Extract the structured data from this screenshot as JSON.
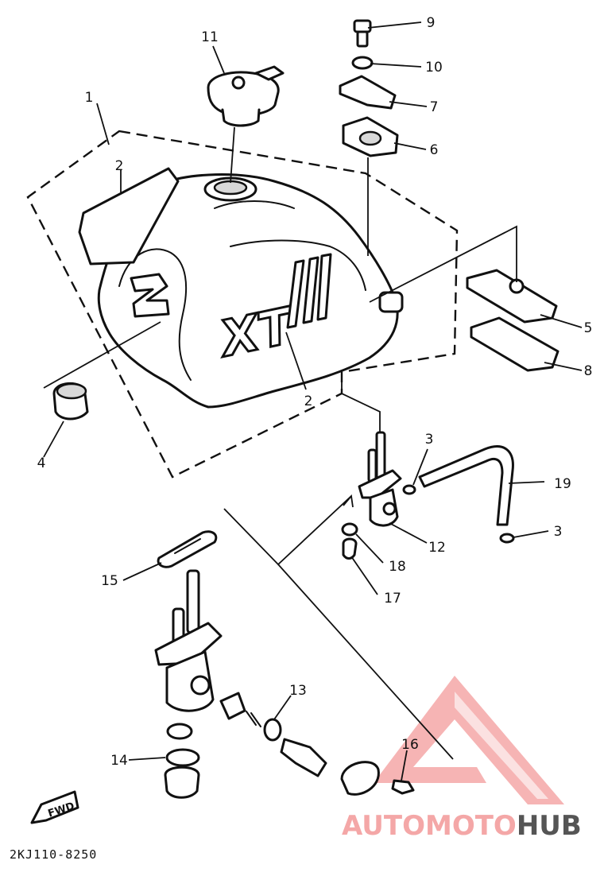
{
  "callouts": [
    {
      "id": "c1",
      "text": "1"
    },
    {
      "id": "c2a",
      "text": "2"
    },
    {
      "id": "c2b",
      "text": "2"
    },
    {
      "id": "c3a",
      "text": "3"
    },
    {
      "id": "c3b",
      "text": "3"
    },
    {
      "id": "c4",
      "text": "4"
    },
    {
      "id": "c5",
      "text": "5"
    },
    {
      "id": "c6",
      "text": "6"
    },
    {
      "id": "c7",
      "text": "7"
    },
    {
      "id": "c8",
      "text": "8"
    },
    {
      "id": "c9",
      "text": "9"
    },
    {
      "id": "c10",
      "text": "10"
    },
    {
      "id": "c11",
      "text": "11"
    },
    {
      "id": "c12",
      "text": "12"
    },
    {
      "id": "c13",
      "text": "13"
    },
    {
      "id": "c14",
      "text": "14"
    },
    {
      "id": "c15",
      "text": "15"
    },
    {
      "id": "c16",
      "text": "16"
    },
    {
      "id": "c17",
      "text": "17"
    },
    {
      "id": "c18",
      "text": "18"
    },
    {
      "id": "c19",
      "text": "19"
    }
  ],
  "tank_logo": "XT",
  "fwd_label": "FWD",
  "diagram_code": "2KJ110-8250",
  "watermark": {
    "part1": "AUTO",
    "part2": "MOTO",
    "part3": "HUB",
    "color_primary": "#f4a7a7",
    "color_secondary": "#555555"
  }
}
